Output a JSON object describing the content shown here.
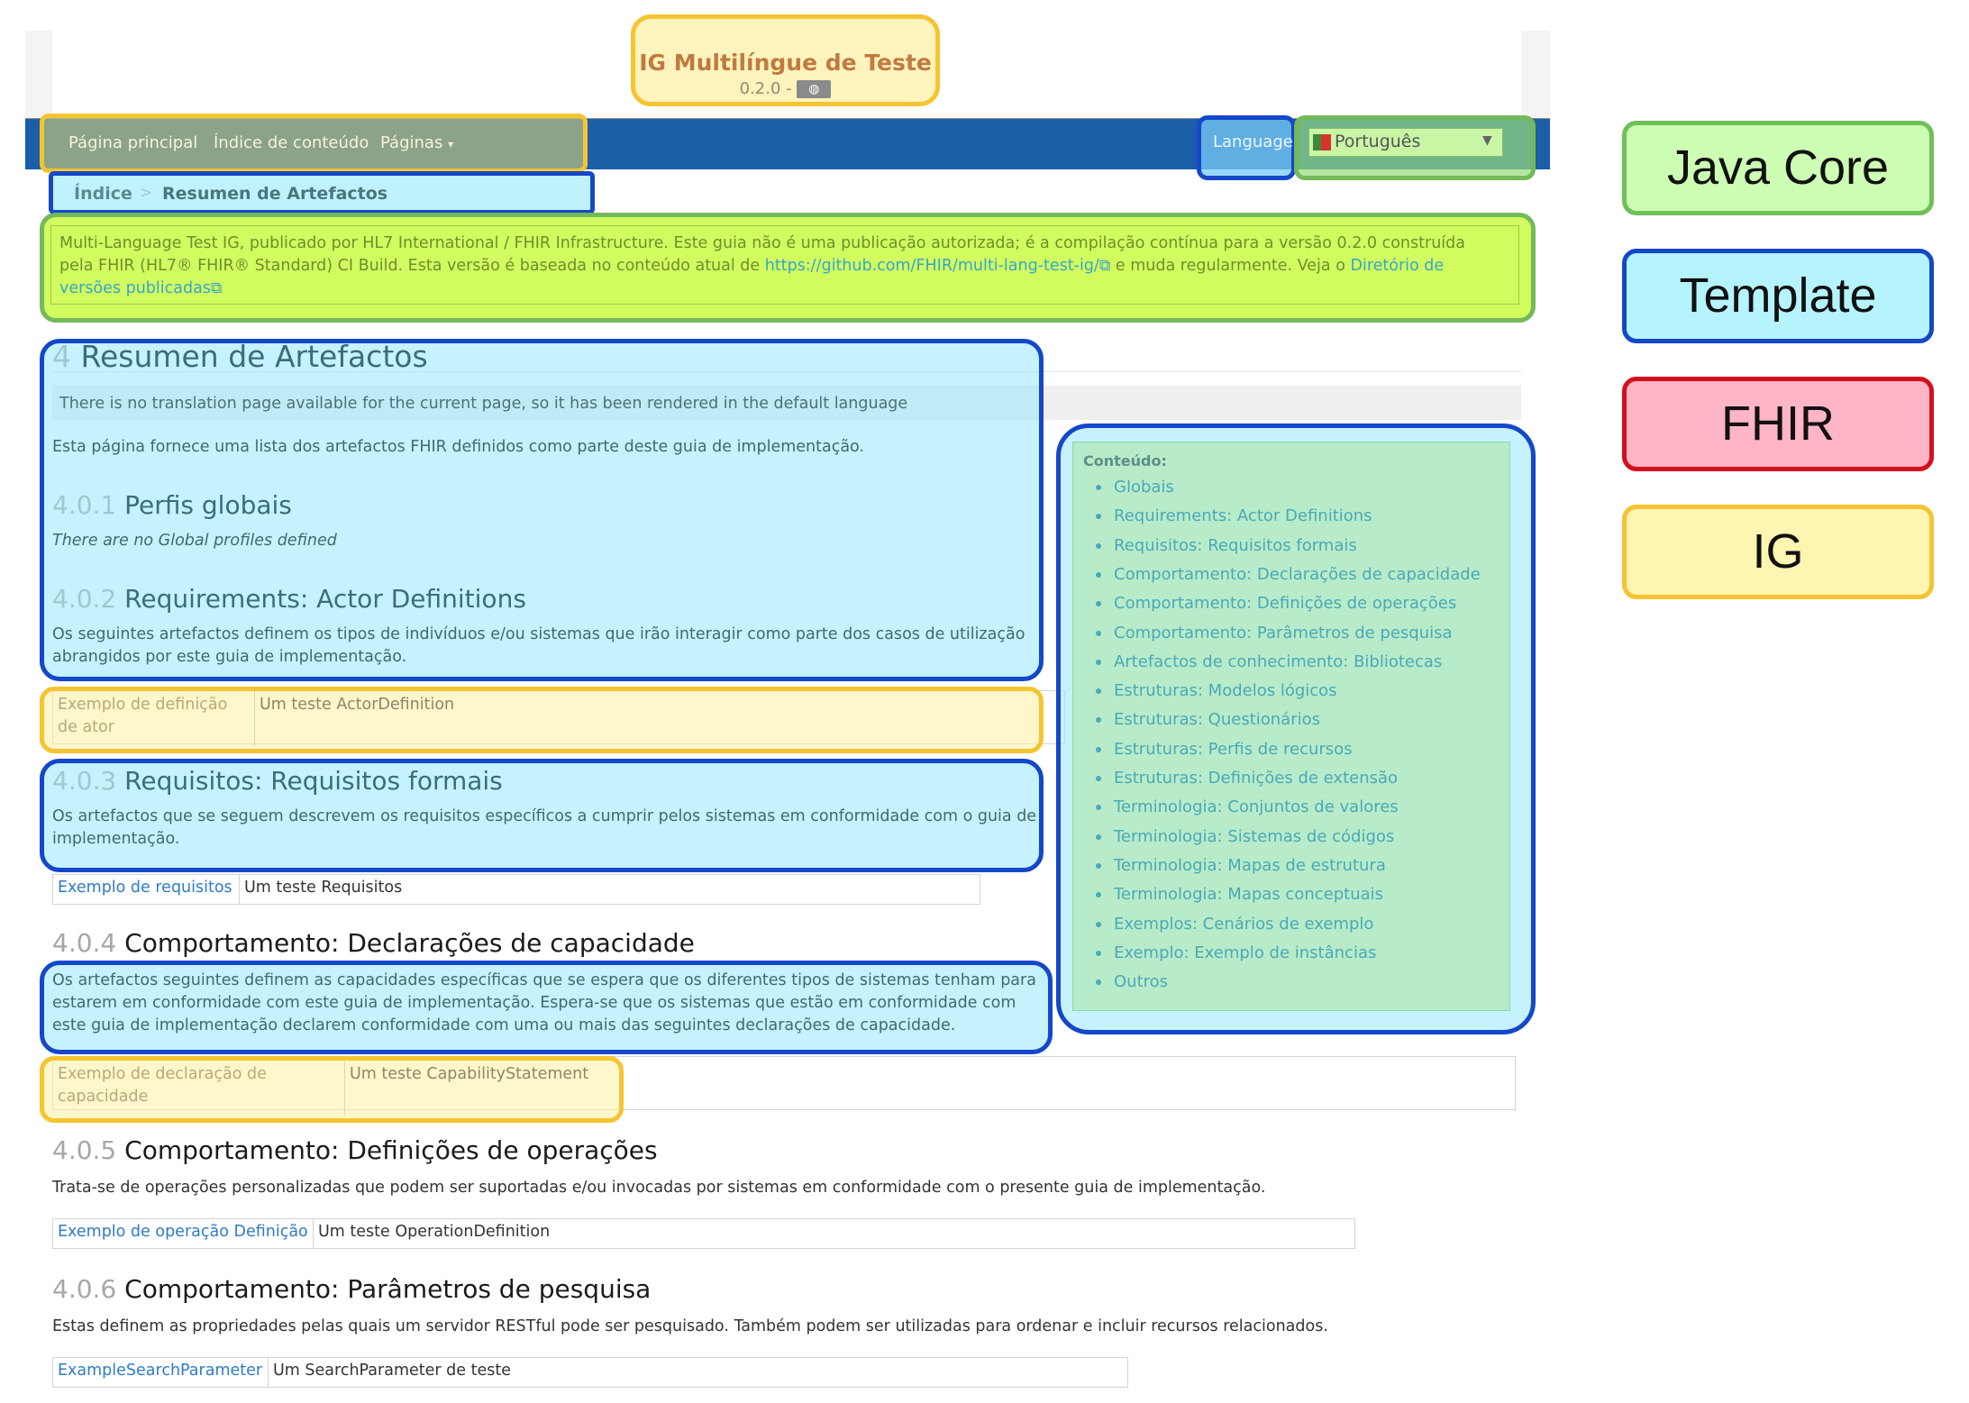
{
  "header": {
    "title": "IG Multilíngue de Teste",
    "version": "0.2.0 -",
    "globe_icon": "globe-icon"
  },
  "nav": {
    "home": "Página principal",
    "toc": "Índice de conteúdo",
    "pages": "Páginas",
    "language_label": "Language:",
    "language_value": "Português"
  },
  "breadcrumb": {
    "root": "Índice",
    "sep": ">",
    "current": "Resumen de Artefactos"
  },
  "banner": {
    "text_1": "Multi-Language Test IG, publicado por HL7 International / FHIR Infrastructure. Este guia não é uma publicação autorizada; é a compilação contínua para a versão 0.2.0 construída",
    "text_2": "pela FHIR (HL7® FHIR® Standard) CI Build. Esta versão é baseada no conteúdo atual de",
    "link_1": "https://github.com/FHIR/multi-lang-test-ig/",
    "text_3": "e muda regularmente. Veja o",
    "link_2a": "Diretório de",
    "link_2b": "versões publicadas"
  },
  "main": {
    "h2_num": "4",
    "h2": "Resumen de Artefactos",
    "notice": "There is no translation page available for the current page, so it has been rendered in the default language",
    "intro": "Esta página fornece uma lista dos artefactos FHIR definidos como parte deste guia de implementação.",
    "s1_num": "4.0.1",
    "s1_title": "Perfis globais",
    "s1_text": "There are no Global profiles defined",
    "s2_num": "4.0.2",
    "s2_title": "Requirements: Actor Definitions",
    "s2_text_1": "Os seguintes artefactos definem os tipos de indivíduos e/ou sistemas que irão interagir como parte dos casos de utilização",
    "s2_text_2": "abrangidos por este guia de implementação.",
    "s2_row_a1": "Exemplo de definição",
    "s2_row_a2": "de ator",
    "s2_row_b": "Um teste ActorDefinition",
    "s3_num": "4.0.3",
    "s3_title": "Requisitos: Requisitos formais",
    "s3_text_1": "Os artefactos que se seguem descrevem os requisitos específicos a cumprir pelos sistemas em conformidade com o guia de",
    "s3_text_2": "implementação.",
    "s3_row_a": "Exemplo de requisitos",
    "s3_row_b": "Um teste Requisitos",
    "s4_num": "4.0.4",
    "s4_title": "Comportamento: Declarações de capacidade",
    "s4_text_1": "Os artefactos seguintes definem as capacidades específicas que se espera que os diferentes tipos de sistemas tenham para",
    "s4_text_2": "estarem em conformidade com este guia de implementação. Espera-se que os sistemas que estão em conformidade com",
    "s4_text_3": "este guia de implementação declarem conformidade com uma ou mais das seguintes declarações de capacidade.",
    "s4_row_a1": "Exemplo de declaração de",
    "s4_row_a2": "capacidade",
    "s4_row_b": "Um teste CapabilityStatement",
    "s5_num": "4.0.5",
    "s5_title": "Comportamento: Definições de operações",
    "s5_text": "Trata-se de operações personalizadas que podem ser suportadas e/ou invocadas por sistemas em conformidade com o presente guia de implementação.",
    "s5_row_a": "Exemplo de operação Definição",
    "s5_row_b": "Um teste OperationDefinition",
    "s6_num": "4.0.6",
    "s6_title": "Comportamento: Parâmetros de pesquisa",
    "s6_text": "Estas definem as propriedades pelas quais um servidor RESTful pode ser pesquisado. Também podem ser utilizadas para ordenar e incluir recursos relacionados.",
    "s6_row_a": "ExampleSearchParameter",
    "s6_row_b": "Um SearchParameter de teste"
  },
  "toc": {
    "heading": "Conteúdo:",
    "items": [
      "Globais",
      "Requirements: Actor Definitions",
      "Requisitos: Requisitos formais",
      "Comportamento: Declarações de capacidade",
      "Comportamento: Definições de operações",
      "Comportamento: Parâmetros de pesquisa",
      "Artefactos de conhecimento: Bibliotecas",
      "Estruturas: Modelos lógicos",
      "Estruturas: Questionários",
      "Estruturas: Perfis de recursos",
      "Estruturas: Definições de extensão",
      "Terminologia: Conjuntos de valores",
      "Terminologia: Sistemas de códigos",
      "Terminologia: Mapas de estrutura",
      "Terminologia: Mapas conceptuais",
      "Exemplos: Cenários de exemplo",
      "Exemplo: Exemplo de instâncias",
      "Outros"
    ]
  },
  "legend": {
    "java_core": "Java Core",
    "template": "Template",
    "fhir": "FHIR",
    "ig": "IG",
    "colors": {
      "java_core_fill": "#ccffb3",
      "java_core_border": "#6fbf5a",
      "template_fill": "#b5f3fd",
      "template_border": "#1447c9",
      "fhir_fill": "#ffb5c6",
      "fhir_border": "#d4101e",
      "ig_fill": "#fdf5b2",
      "ig_border": "#f5c432"
    }
  }
}
